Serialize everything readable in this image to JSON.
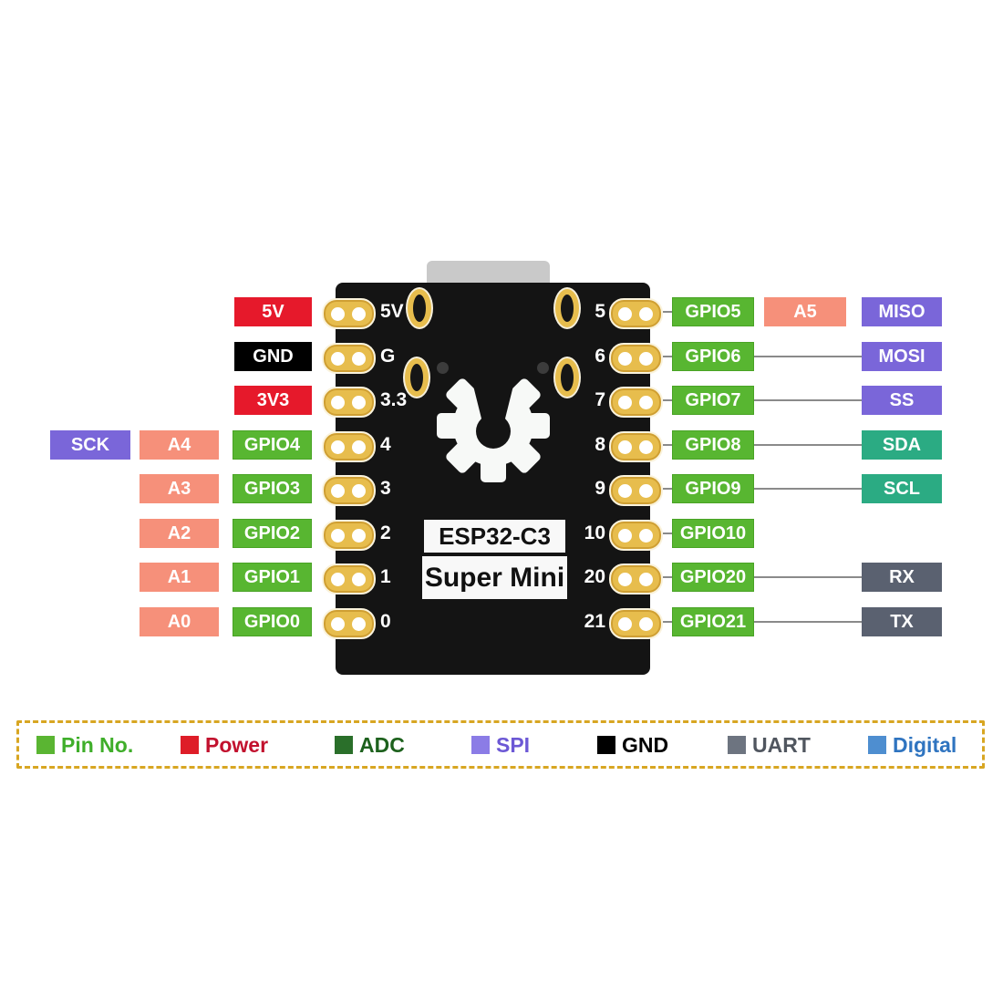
{
  "board": {
    "name_line1": "ESP32-C3",
    "name_line2": "Super Mini",
    "logo": "open-source-hardware-gear"
  },
  "left_rows": [
    {
      "gpio": "5V",
      "pin": "5V",
      "type": "power"
    },
    {
      "gpio": "GND",
      "pin": "G",
      "type": "gnd"
    },
    {
      "gpio": "3V3",
      "pin": "3.3",
      "type": "power"
    },
    {
      "spi": "SCK",
      "adc": "A4",
      "gpio": "GPIO4",
      "pin": "4",
      "type": "gpio"
    },
    {
      "adc": "A3",
      "gpio": "GPIO3",
      "pin": "3",
      "type": "gpio"
    },
    {
      "adc": "A2",
      "gpio": "GPIO2",
      "pin": "2",
      "type": "gpio"
    },
    {
      "adc": "A1",
      "gpio": "GPIO1",
      "pin": "1",
      "type": "gpio"
    },
    {
      "adc": "A0",
      "gpio": "GPIO0",
      "pin": "0",
      "type": "gpio"
    }
  ],
  "right_rows": [
    {
      "pin": "5",
      "gpio": "GPIO5",
      "adc": "A5",
      "proto": "MISO",
      "proto_type": "spi"
    },
    {
      "pin": "6",
      "gpio": "GPIO6",
      "proto": "MOSI",
      "proto_type": "spi"
    },
    {
      "pin": "7",
      "gpio": "GPIO7",
      "proto": "SS",
      "proto_type": "spi"
    },
    {
      "pin": "8",
      "gpio": "GPIO8",
      "proto": "SDA",
      "proto_type": "i2c"
    },
    {
      "pin": "9",
      "gpio": "GPIO9",
      "proto": "SCL",
      "proto_type": "i2c"
    },
    {
      "pin": "10",
      "gpio": "GPIO10"
    },
    {
      "pin": "20",
      "gpio": "GPIO20",
      "proto": "RX",
      "proto_type": "uart"
    },
    {
      "pin": "21",
      "gpio": "GPIO21",
      "proto": "TX",
      "proto_type": "uart"
    }
  ],
  "legend": {
    "items": [
      {
        "label": "Pin No.",
        "color": "#5ab532"
      },
      {
        "label": "Power",
        "color": "#de1d28"
      },
      {
        "label": "ADC",
        "color": "#2a6f2a"
      },
      {
        "label": "SPI",
        "color": "#8b7ce6"
      },
      {
        "label": "GND",
        "color": "#000000"
      },
      {
        "label": "UART",
        "color": "#6d7480"
      },
      {
        "label": "Digital",
        "color": "#4e8ed0"
      }
    ]
  },
  "colors": {
    "power": "#e6192b",
    "gnd": "#000000",
    "gpio_green": "#58b631",
    "adc_salmon": "#f6907a",
    "spi_purple": "#7a66d9",
    "i2c_teal": "#2bab83",
    "uart_gray": "#5a6170",
    "board_black": "#141414",
    "pad_gold": "#e7bd4d",
    "legend_dash_gold": "#d8a622"
  }
}
